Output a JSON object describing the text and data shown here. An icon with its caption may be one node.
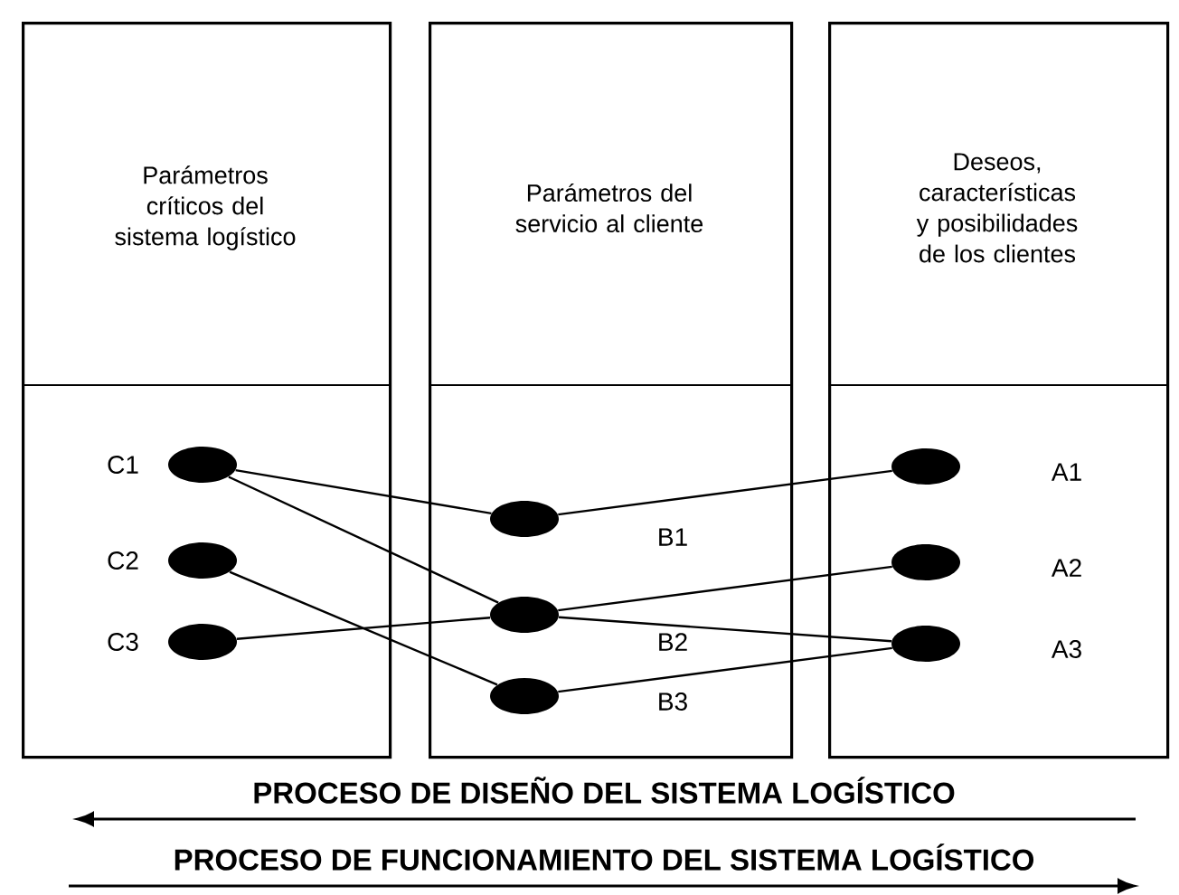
{
  "diagram": {
    "nodes": [
      {
        "text": [
          "Parámetros críticos del sistema logístico"
        ]
      },
      {
        "text": [
          "Parámetros del servicio al cliente"
        ]
      },
      {
        "text": [
          "Deseos, características y posibilidades de los clientes"
        ]
      },
      {
        "text": [],
        "shape": "ellipse",
        "in": 0,
        "beside": [
          "C1"
        ]
      },
      {
        "text": [],
        "shape": "ellipse",
        "in": 0,
        "beside": [
          "C2"
        ]
      },
      {
        "text": [],
        "shape": "ellipse",
        "in": 0,
        "beside": [
          "C3"
        ]
      },
      {
        "text": [],
        "shape": "ellipse",
        "in": 1,
        "beside": [
          "B1"
        ]
      },
      {
        "text": [],
        "shape": "ellipse",
        "in": 1,
        "beside": [
          "B2"
        ]
      },
      {
        "text": [],
        "shape": "ellipse",
        "in": 1,
        "beside": [
          "B3"
        ]
      },
      {
        "text": [],
        "shape": "ellipse",
        "in": 2,
        "beside": [
          "A1"
        ]
      },
      {
        "text": [],
        "shape": "ellipse",
        "in": 2,
        "beside": [
          "A2"
        ]
      },
      {
        "text": [],
        "shape": "ellipse",
        "in": 2,
        "beside": [
          "A3"
        ]
      }
    ],
    "edges": [
      {
        "from": 3,
        "to": 6,
        "arrow": "none"
      },
      {
        "from": 3,
        "to": 7,
        "arrow": "none"
      },
      {
        "from": 4,
        "to": 8,
        "arrow": "none"
      },
      {
        "from": 5,
        "to": 7,
        "arrow": "none"
      },
      {
        "from": 7,
        "to": 10,
        "arrow": "none"
      },
      {
        "from": 6,
        "to": 9,
        "arrow": "none"
      },
      {
        "from": 7,
        "to": 11,
        "arrow": "none"
      },
      {
        "from": 8,
        "to": 11,
        "arrow": "none"
      }
    ],
    "labels": [
      "PROCESO DE DISEÑO DEL SISTEMA LOGÍSTICO",
      "PROCESO DE FUNCIONAMIENTO DEL SISTEMA LOGÍSTICO"
    ]
  }
}
